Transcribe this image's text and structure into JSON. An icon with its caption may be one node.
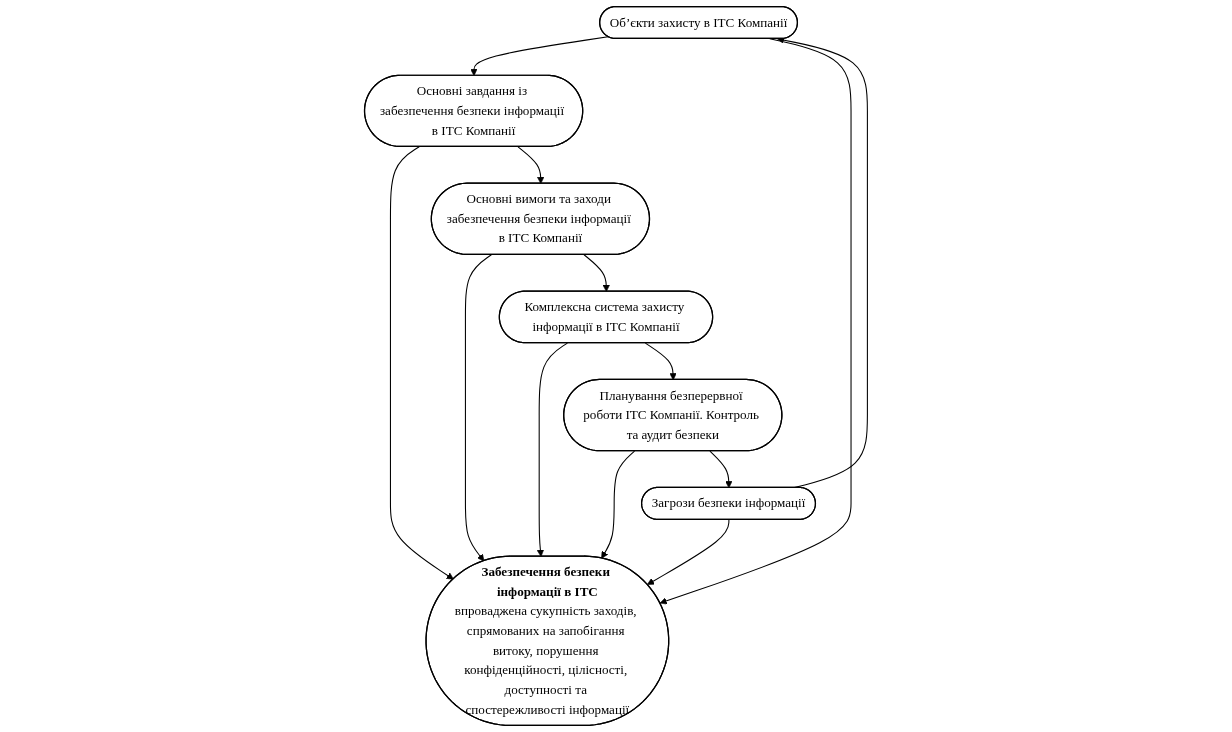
{
  "diagram": {
    "nodes": [
      {
        "text": [
          "Об’єкти захисту в ІТС Компанії"
        ]
      },
      {
        "text": [
          "Загрози безпеки інформації"
        ]
      },
      {
        "text": [
          "Основні завдання із забезпечення безпеки інформації в ІТС Компанії"
        ]
      },
      {
        "text": [
          "Забезпечення безпеки інформації в ІТС",
          "впроваджена сукупність заходів, спрямованих на запобігання витоку, порушення конфіденційності, цілісності, доступності та спостережливості інформації"
        ]
      },
      {
        "text": [
          "Планування безперервної роботи ІТС Компанії. Контроль та аудит безпеки"
        ]
      },
      {
        "text": [
          "Основні вимоги та заходи забезпечення безпеки інформації в ІТС Компанії"
        ]
      },
      {
        "text": [
          "Комплексна система захисту інформації в ІТС Компанії"
        ]
      }
    ],
    "edges": [
      {
        "from": 1,
        "to": 0,
        "arrow": "to"
      },
      {
        "from": 0,
        "to": 2,
        "arrow": "to"
      },
      {
        "from": 0,
        "to": 3,
        "arrow": "to"
      },
      {
        "from": 1,
        "to": 3,
        "arrow": "to"
      },
      {
        "from": 2,
        "to": 3,
        "arrow": "to"
      },
      {
        "from": 2,
        "to": 5,
        "arrow": "to"
      },
      {
        "from": 5,
        "to": 3,
        "arrow": "to"
      },
      {
        "from": 5,
        "to": 6,
        "arrow": "to"
      },
      {
        "from": 6,
        "to": 3,
        "arrow": "to"
      },
      {
        "from": 6,
        "to": 4,
        "arrow": "to"
      },
      {
        "from": 4,
        "to": 3,
        "arrow": "to"
      },
      {
        "from": 4,
        "to": 1,
        "arrow": "to"
      }
    ]
  }
}
